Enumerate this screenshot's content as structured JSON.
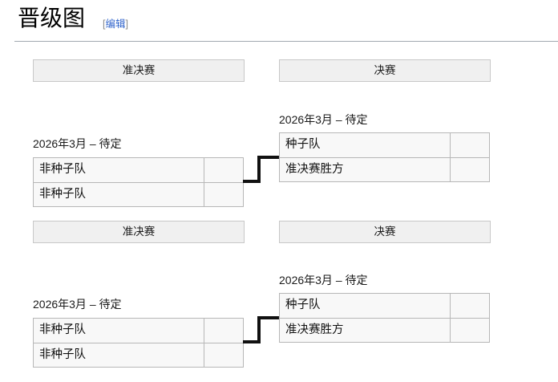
{
  "heading": {
    "title": "晋级图",
    "edit_bracket_open": "[",
    "edit_label": "编辑",
    "edit_bracket_close": "]"
  },
  "colors": {
    "link": "#3366cc",
    "header_fill": "#f0f0f0",
    "cell_fill": "#f8f8f8",
    "border": "#b7b7b7",
    "rule": "#a2a9b1",
    "connector": "#111111"
  },
  "labels": {
    "semifinal": "准决赛",
    "final": "决赛",
    "date_tbd": "2026年3月 – 待定",
    "unseeded": "非种子队",
    "seeded": "种子队",
    "semifinal_winner": "准决赛胜方",
    "score_empty": ""
  },
  "brackets": [
    {
      "id": "bracket-upper",
      "semifinal": {
        "header": "准决赛",
        "date": "2026年3月 – 待定",
        "rows": [
          {
            "team": "非种子队",
            "score": ""
          },
          {
            "team": "非种子队",
            "score": ""
          }
        ]
      },
      "final": {
        "header": "决赛",
        "date": "2026年3月 – 待定",
        "rows": [
          {
            "team": "种子队",
            "score": ""
          },
          {
            "team": "准决赛胜方",
            "score": ""
          }
        ]
      }
    },
    {
      "id": "bracket-lower",
      "semifinal": {
        "header": "准决赛",
        "date": "2026年3月 – 待定",
        "rows": [
          {
            "team": "非种子队",
            "score": ""
          },
          {
            "team": "非种子队",
            "score": ""
          }
        ]
      },
      "final": {
        "header": "决赛",
        "date": "2026年3月 – 待定",
        "rows": [
          {
            "team": "种子队",
            "score": ""
          },
          {
            "team": "准决赛胜方",
            "score": ""
          }
        ]
      }
    }
  ]
}
